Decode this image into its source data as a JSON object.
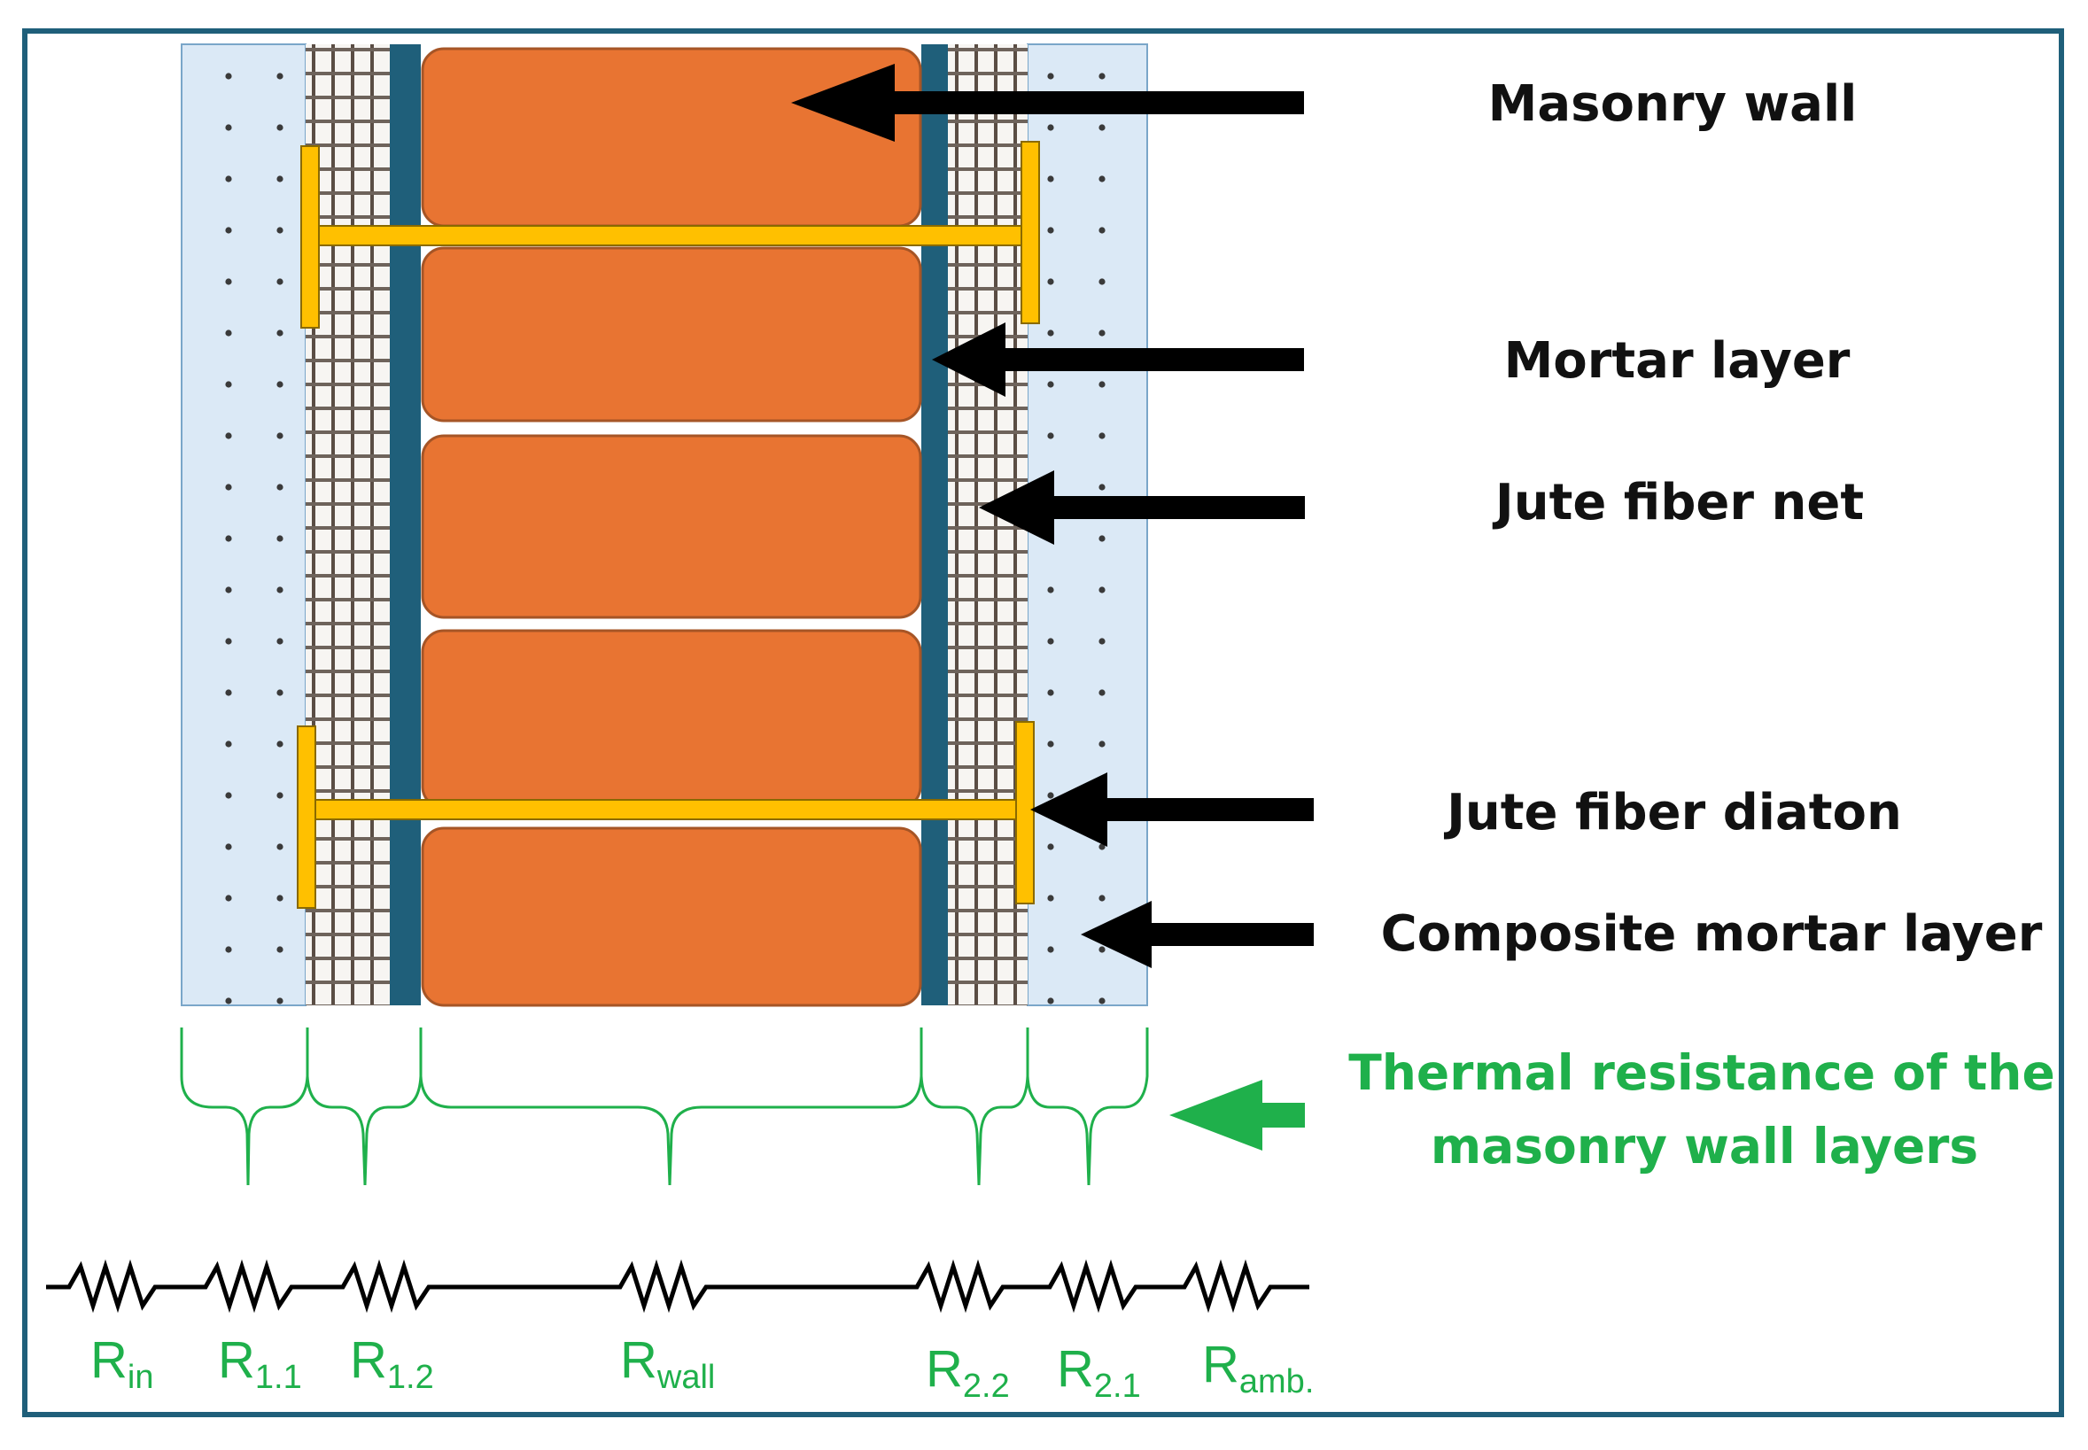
{
  "labels": {
    "masonry_wall": "Masonry wall",
    "mortar_layer": "Mortar layer",
    "jute_fiber_net": "Jute fiber net",
    "jute_fiber_diaton": "Jute fiber diaton",
    "composite_mortar_layer": "Composite mortar layer",
    "thermal_resistance_line1": "Thermal resistance of the",
    "thermal_resistance_line2": "masonry wall layers"
  },
  "resistors": [
    {
      "base": "R",
      "sub": "in"
    },
    {
      "base": "R",
      "sub": "1.1"
    },
    {
      "base": "R",
      "sub": "1.2"
    },
    {
      "base": "R",
      "sub": "wall"
    },
    {
      "base": "R",
      "sub": "2.2"
    },
    {
      "base": "R",
      "sub": "2.1"
    },
    {
      "base": "R",
      "sub": "amb."
    }
  ],
  "colors": {
    "frame": "#1f5f7a",
    "composite_mortar": "#dbe9f6",
    "brick": "#e87432",
    "brick_edge": "#a65526",
    "mortar": "#1f5f7a",
    "diaton": "#ffc000",
    "label_green": "#1fb04b",
    "arrow_black": "#000000"
  }
}
